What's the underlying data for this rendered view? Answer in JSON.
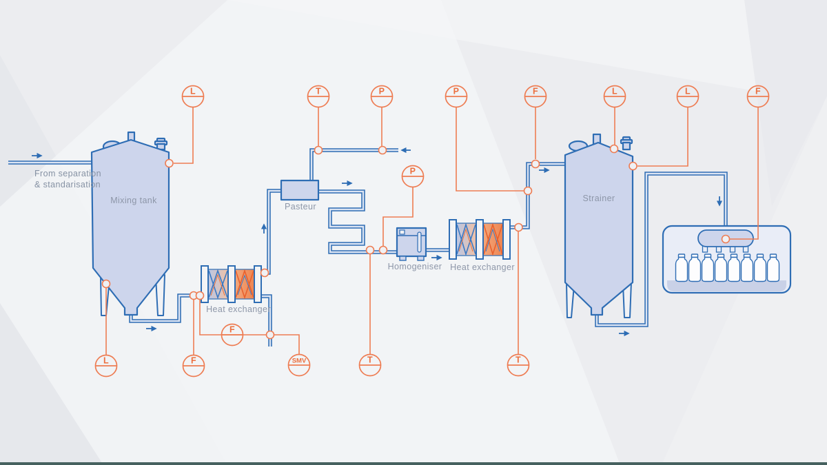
{
  "diagram": {
    "type": "dairy-process-flow-diagram",
    "inlet_note": {
      "line1": "From separation",
      "line2": "& standarisation"
    },
    "equipment": [
      {
        "id": "mixing-tank",
        "label": "Mixing tank"
      },
      {
        "id": "heat-exchanger-1",
        "label": "Heat exchanger"
      },
      {
        "id": "pasteur",
        "label": "Pasteur"
      },
      {
        "id": "homogeniser",
        "label": "Homogeniser"
      },
      {
        "id": "heat-exchanger-2",
        "label": "Heat exchanger"
      },
      {
        "id": "strainer",
        "label": "Strainer"
      },
      {
        "id": "bottle-filler",
        "label": ""
      }
    ],
    "instruments": [
      {
        "id": "level-mixing-tank-top",
        "tag": "L"
      },
      {
        "id": "temp-pasteur-line",
        "tag": "T"
      },
      {
        "id": "pressure-pasteur-line",
        "tag": "P"
      },
      {
        "id": "pressure-strainer-feed",
        "tag": "P"
      },
      {
        "id": "flow-strainer-inlet",
        "tag": "F"
      },
      {
        "id": "level-strainer-top",
        "tag": "L"
      },
      {
        "id": "level-strainer-side",
        "tag": "L"
      },
      {
        "id": "flow-bottle-filler",
        "tag": "F"
      },
      {
        "id": "pressure-homogeniser-inlet",
        "tag": "P"
      },
      {
        "id": "flow-heat-exchanger-1",
        "tag": "F"
      },
      {
        "id": "level-mixing-tank-bottom",
        "tag": "L"
      },
      {
        "id": "flow-mixing-tank-outlet",
        "tag": "F"
      },
      {
        "id": "smv-valve",
        "tag": "SMV"
      },
      {
        "id": "temp-coil-outlet",
        "tag": "T"
      },
      {
        "id": "temp-heat-exchanger-2-outlet",
        "tag": "T"
      }
    ],
    "colors": {
      "pipe_blue": "#2e6db4",
      "vessel_fill": "#cdd5ec",
      "instrument_orange": "#ed7a4f",
      "heat_orange": "#ef8a57",
      "label_gray": "#8d96a8",
      "background": "#ecedf0",
      "footer_strip": "#46615f"
    }
  }
}
